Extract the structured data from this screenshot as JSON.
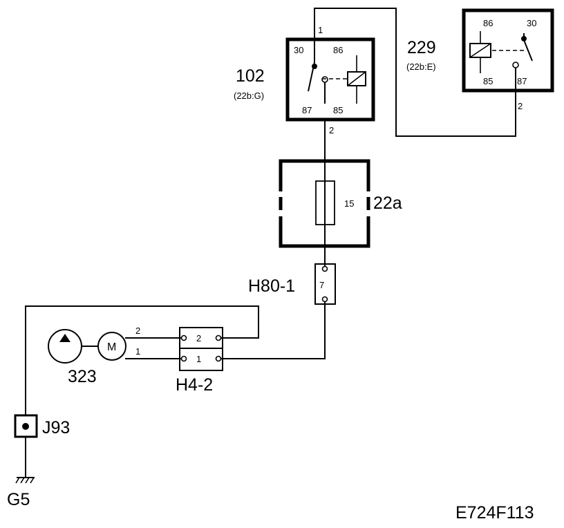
{
  "relay_102": {
    "label": "102",
    "sub": "(22b:G)",
    "pin_30": "30",
    "pin_86": "86",
    "pin_87": "87",
    "pin_85": "85"
  },
  "relay_229": {
    "label": "229",
    "sub": "(22b:E)",
    "pin_86": "86",
    "pin_30": "30",
    "pin_85": "85",
    "pin_87": "87"
  },
  "wires": {
    "w1": "1",
    "w2_relay102": "2",
    "w2_relay229": "2",
    "motor_w2": "2",
    "motor_w1": "1"
  },
  "fuse_box": {
    "label": "22a",
    "fuse": "15"
  },
  "connector_h80": {
    "label": "H80-1",
    "pin": "7"
  },
  "connector_h4": {
    "label": "H4-2",
    "pin_top": "2",
    "pin_bottom": "1"
  },
  "pump": {
    "label": "323",
    "motor_symbol": "M"
  },
  "splice": {
    "label": "J93"
  },
  "ground": {
    "label": "G5"
  },
  "figure_id": "E724F113"
}
